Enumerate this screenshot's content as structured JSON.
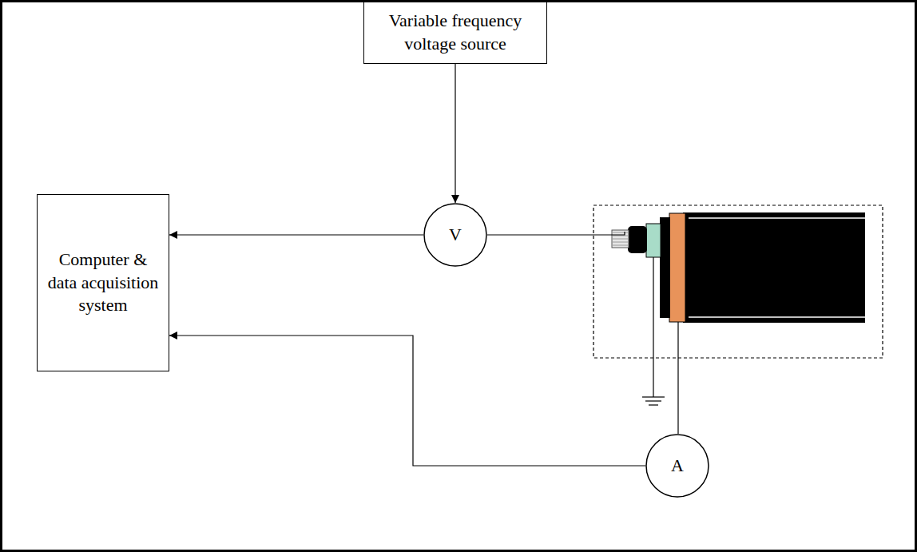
{
  "diagram": {
    "nodes": [
      {
        "text": [
          "Variable frequency voltage source"
        ]
      },
      {
        "text": [
          "Computer & data acquisition system"
        ]
      },
      {
        "text": [
          "V"
        ]
      },
      {
        "text": [
          "A"
        ]
      }
    ],
    "edges": [
      {
        "from": 0,
        "to": 2,
        "arrow": "to"
      },
      {
        "from": 2,
        "to": 1,
        "arrow": "to"
      },
      {
        "from": 3,
        "to": 1,
        "arrow": "to"
      }
    ]
  }
}
